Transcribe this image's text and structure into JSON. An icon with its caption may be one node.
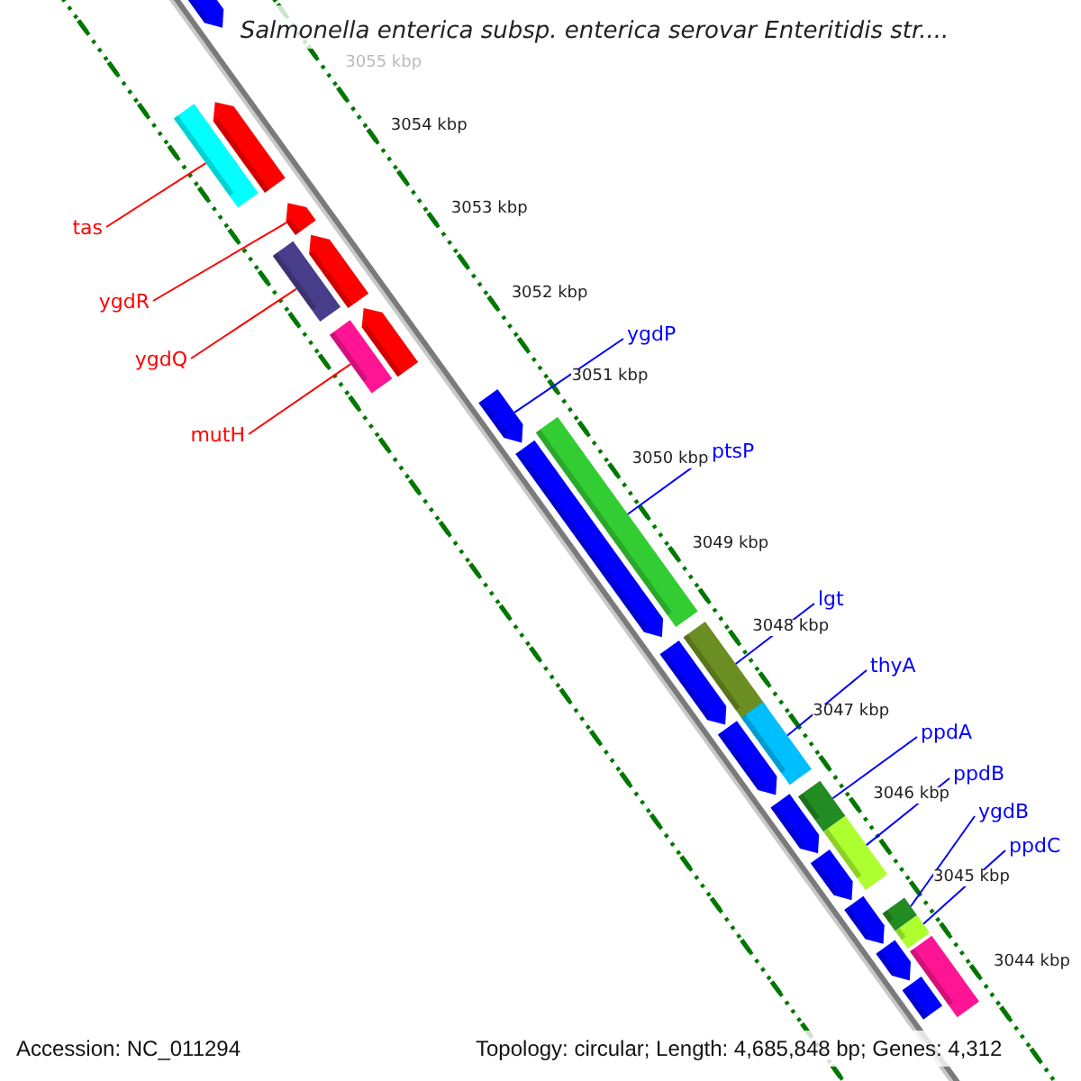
{
  "diagram": {
    "title": "Salmonella enterica subsp. enterica serovar Enteritidis str....",
    "nodes": [
      {
        "text": [
          "tas"
        ]
      },
      {
        "text": [
          "ygdR"
        ]
      },
      {
        "text": [
          "ygdQ"
        ]
      },
      {
        "text": [
          "mutH"
        ]
      },
      {
        "text": [
          "ygdP"
        ]
      },
      {
        "text": [
          "ptsP"
        ]
      },
      {
        "text": [
          "lgt"
        ]
      },
      {
        "text": [
          "thyA"
        ]
      },
      {
        "text": [
          "ppdA"
        ]
      },
      {
        "text": [
          "ppdB"
        ]
      },
      {
        "text": [
          "ygdB"
        ]
      },
      {
        "text": [
          "ppdC"
        ]
      },
      {
        "text": [],
        "shape": "arrow"
      },
      {
        "text": [],
        "shape": "bar"
      },
      {
        "text": [],
        "shape": "arrow"
      },
      {
        "text": [],
        "shape": "arrow"
      },
      {
        "text": [],
        "shape": "bar"
      },
      {
        "text": [],
        "shape": "arrow"
      },
      {
        "text": [],
        "shape": "bar"
      },
      {
        "text": [],
        "shape": "arrow"
      },
      {
        "text": [],
        "shape": "arrow"
      },
      {
        "text": [],
        "shape": "bar"
      },
      {
        "text": [],
        "shape": "arrow"
      },
      {
        "text": [],
        "shape": "bar"
      },
      {
        "text": [],
        "shape": "arrow"
      },
      {
        "text": [],
        "shape": "bar"
      },
      {
        "text": [],
        "shape": "arrow"
      },
      {
        "text": [],
        "shape": "arrow"
      },
      {
        "text": [],
        "shape": "bar"
      },
      {
        "text": [],
        "shape": "bar"
      },
      {
        "text": [],
        "shape": "arrow"
      },
      {
        "text": [],
        "shape": "arrow"
      },
      {
        "text": [],
        "shape": "bar"
      },
      {
        "text": [],
        "shape": "bar"
      },
      {
        "text": [],
        "shape": "arrow"
      },
      {
        "text": [],
        "shape": "bar"
      },
      {
        "text": [],
        "shape": "arrow"
      }
    ],
    "edges": [
      {
        "from": 0,
        "to": 13,
        "arrow": "none",
        "color": "#ff0000"
      },
      {
        "from": 1,
        "to": 15,
        "arrow": "none",
        "color": "#ff0000"
      },
      {
        "from": 2,
        "to": 16,
        "arrow": "none",
        "color": "#ff0000"
      },
      {
        "from": 3,
        "to": 18,
        "arrow": "none",
        "color": "#ff0000"
      },
      {
        "from": 4,
        "to": 20,
        "arrow": "none"
      },
      {
        "from": 5,
        "to": 21,
        "arrow": "none"
      },
      {
        "from": 6,
        "to": 23,
        "arrow": "none"
      },
      {
        "from": 7,
        "to": 25,
        "arrow": "none"
      },
      {
        "from": 8,
        "to": 28,
        "arrow": "none"
      },
      {
        "from": 9,
        "to": 29,
        "arrow": "none"
      },
      {
        "from": 10,
        "to": 32,
        "arrow": "none"
      },
      {
        "from": 11,
        "to": 33,
        "arrow": "none"
      }
    ],
    "labels": [
      "3055 kbp",
      "3054 kbp",
      "3053 kbp",
      "3052 kbp",
      "3051 kbp",
      "3050 kbp",
      "3049 kbp",
      "3048 kbp",
      "3047 kbp",
      "3046 kbp",
      "3045 kbp",
      "3044 kbp",
      "Accession: NC_011294",
      "Topology: circular; Length: 4,685,848 bp; Genes: 4,312"
    ]
  }
}
